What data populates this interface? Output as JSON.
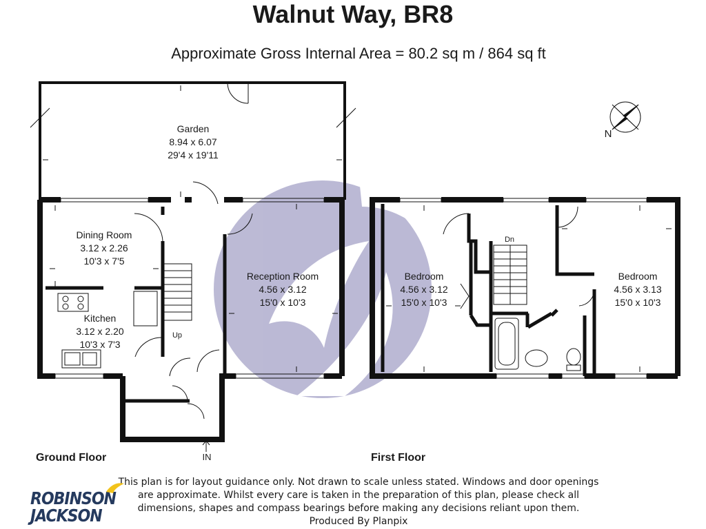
{
  "title": "Walnut Way, BR8",
  "area_line": "Approximate Gross Internal Area =  80.2 sq m / 864 sq ft",
  "compass": {
    "label": "N"
  },
  "floors": [
    {
      "label": "Ground Floor",
      "rooms": [
        {
          "name": "Garden",
          "metric": "8.94 x 6.07",
          "imperial": "29'4 x 19'11"
        },
        {
          "name": "Dining Room",
          "metric": "3.12 x 2.26",
          "imperial": "10'3 x 7'5"
        },
        {
          "name": "Kitchen",
          "metric": "3.12 x 2.20",
          "imperial": "10'3 x 7'3"
        },
        {
          "name": "Reception Room",
          "metric": "4.56 x 3.12",
          "imperial": "15'0 x 10'3"
        }
      ],
      "stair_label": "Up",
      "entrance_label": "IN"
    },
    {
      "label": "First Floor",
      "rooms": [
        {
          "name": "Bedroom",
          "metric": "4.56 x 3.12",
          "imperial": "15'0 x 10'3"
        },
        {
          "name": "Bedroom",
          "metric": "4.56 x 3.13",
          "imperial": "15'0 x 10'3"
        }
      ],
      "stair_label": "Dn"
    }
  ],
  "disclaimer": [
    "This plan is for layout guidance only. Not drawn to scale unless stated. Windows and door openings",
    "are approximate. Whilst every care is taken in the preparation of this plan, please check all",
    "dimensions, shapes and compass bearings before making any decisions reliant upon them.",
    "Produced By Planpix"
  ],
  "logo": {
    "line1": "ROBINSON",
    "line2": "JACKSON"
  },
  "colors": {
    "wall": "#111111",
    "watermark": "#b8b6d3",
    "logo": "#253a5e"
  }
}
